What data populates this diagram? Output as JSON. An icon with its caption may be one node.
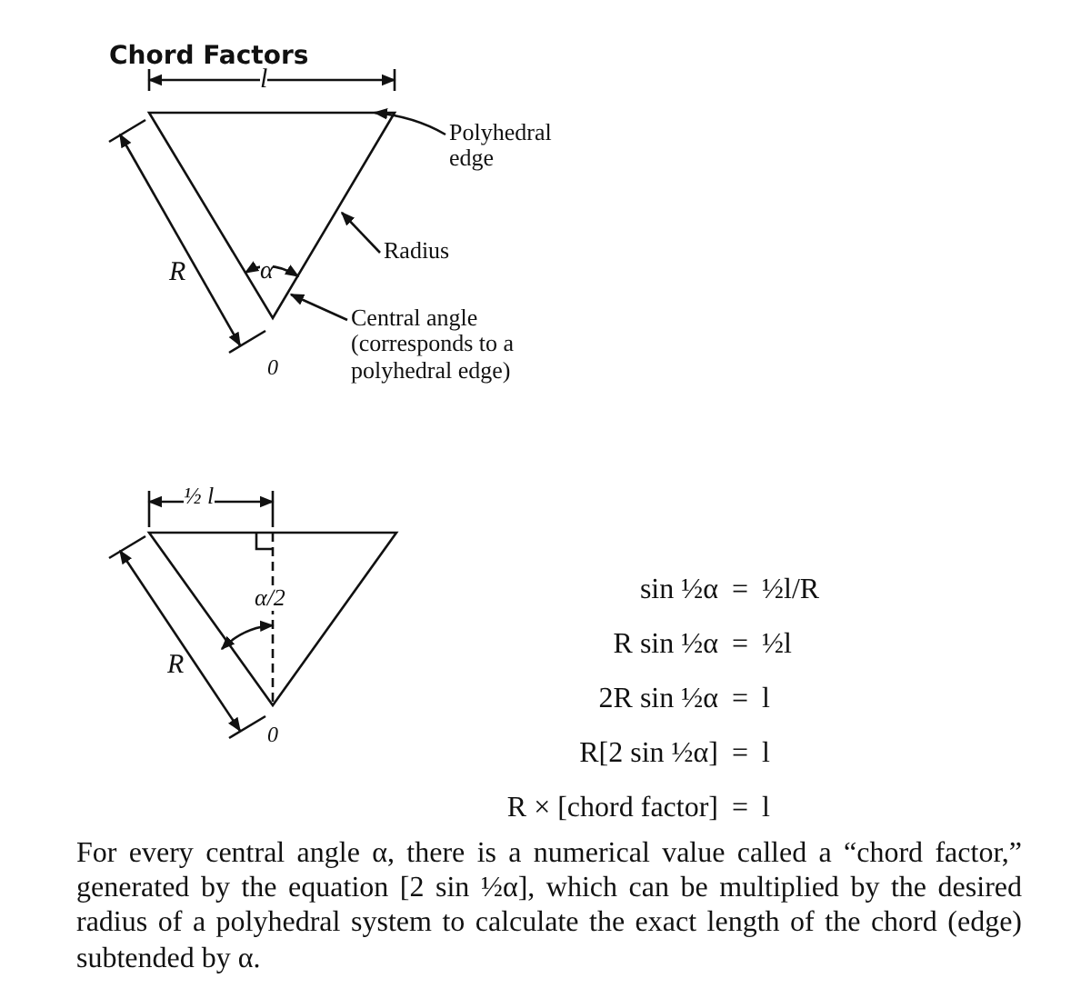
{
  "diagram": {
    "title": "Chord Factors",
    "caption": "For every central angle α, there is a numerical value called a “chord factor,” generated by the equation [2 sin ½α], which can be multiplied by the desired radius of a polyhedral system to calculate the exact length of the chord (edge) subtended by α.",
    "nodes": [
      {
        "text": [
          "Polyhedral edge"
        ]
      },
      {
        "text": [
          "Radius"
        ]
      },
      {
        "text": [
          "Central angle (corresponds to a polyhedral edge)"
        ]
      },
      {
        "text": [],
        "shape": "triangle"
      }
    ],
    "edges": [
      {
        "from": 0,
        "to": 3,
        "arrow": "to"
      },
      {
        "from": 1,
        "to": 3,
        "arrow": "to"
      },
      {
        "from": 2,
        "to": 3,
        "arrow": "to"
      }
    ],
    "labels": [
      "l",
      "R",
      "α",
      "0",
      "½ l",
      "α/2",
      "R",
      "0",
      "sin ½α = ½l/R",
      "R sin ½α = ½l",
      "2R sin ½α = l",
      "R[2 sin ½α] = l",
      "R × [chord factor] = l"
    ]
  }
}
